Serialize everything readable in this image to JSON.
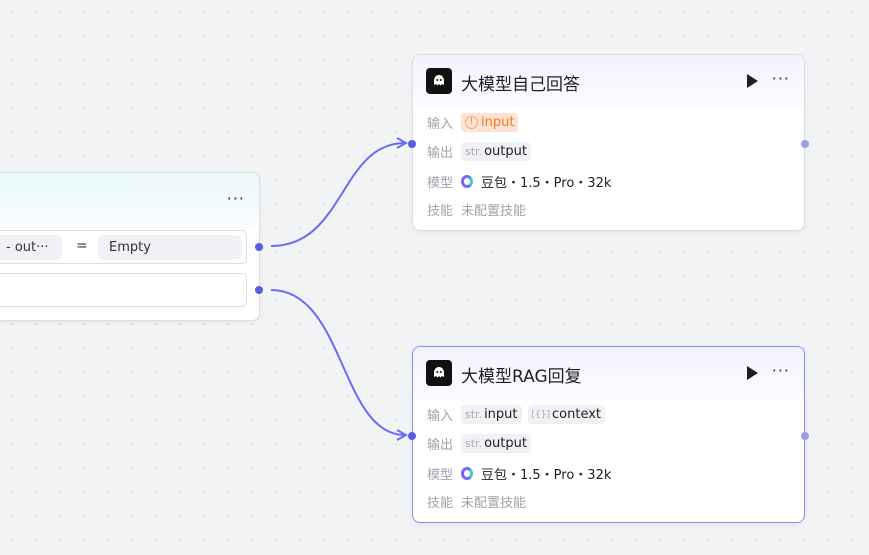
{
  "left_node": {
    "menu": "···",
    "condition": {
      "left": "- out···",
      "operator": "=",
      "right": "Empty"
    }
  },
  "nodes": [
    {
      "title": "大模型自己回答",
      "menu": "···",
      "input_label": "输入",
      "inputs": [
        {
          "type": "warning",
          "name": "input"
        }
      ],
      "output_label": "输出",
      "outputs": [
        {
          "type": "str.",
          "name": "output"
        }
      ],
      "model_label": "模型",
      "model": "豆包・1.5・Pro・32k",
      "skill_label": "技能",
      "skill": "未配置技能"
    },
    {
      "title": "大模型RAG回复",
      "menu": "···",
      "input_label": "输入",
      "inputs": [
        {
          "type": "str.",
          "name": "input"
        },
        {
          "type": "[{}]",
          "name": "context"
        }
      ],
      "output_label": "输出",
      "outputs": [
        {
          "type": "str.",
          "name": "output"
        }
      ],
      "model_label": "模型",
      "model": "豆包・1.5・Pro・32k",
      "skill_label": "技能",
      "skill": "未配置技能"
    }
  ],
  "colors": {
    "edge": "#6b6cf2",
    "port": "#5a5bea",
    "warning": "#f27a1a",
    "selected_border": "#8b8cf5"
  }
}
